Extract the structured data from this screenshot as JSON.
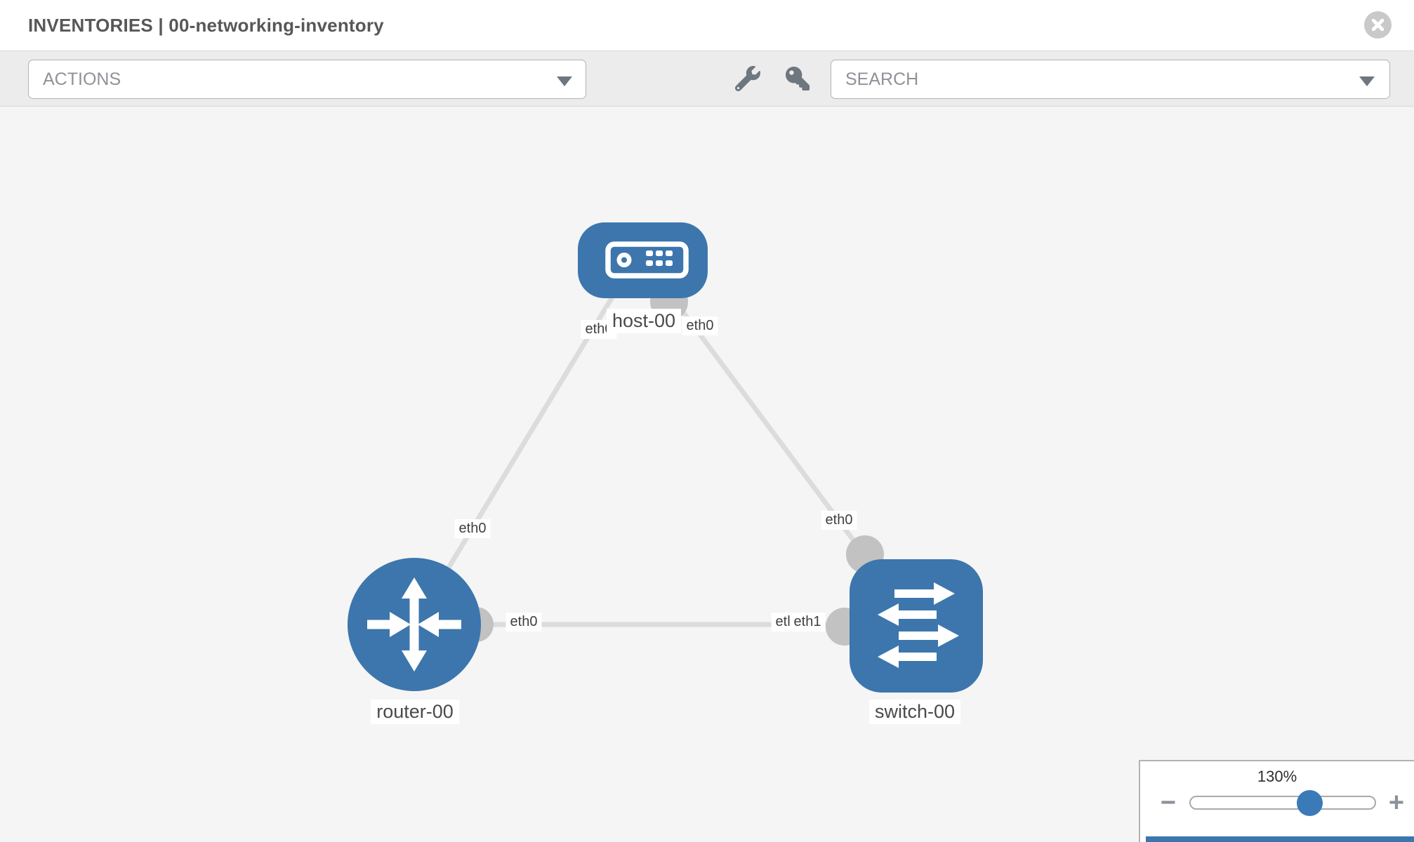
{
  "header": {
    "title": "INVENTORIES | 00-networking-inventory",
    "close_icon": "x-circle-icon"
  },
  "toolbar": {
    "actions_value": "ACTIONS",
    "search_value": "SEARCH",
    "tool_icons": [
      "wrench",
      "key"
    ]
  },
  "topology": {
    "nodes": [
      {
        "name": "host-00",
        "type": "host",
        "icon": "host-server-icon",
        "shape": "rounded-rect"
      },
      {
        "name": "router-00",
        "type": "router",
        "icon": "router-arrows-icon",
        "shape": "circle"
      },
      {
        "name": "switch-00",
        "type": "switch",
        "icon": "switch-arrows-icon",
        "shape": "rounded-square"
      }
    ],
    "links": [
      {
        "from": "router-00",
        "to": "host-00",
        "from_port": "eth0",
        "to_port": "eth0"
      },
      {
        "from": "host-00",
        "to": "switch-00",
        "from_port": "eth0",
        "to_port": "eth0"
      },
      {
        "from": "router-00",
        "to": "switch-00",
        "from_port": "eth0",
        "to_port": "eth1"
      }
    ],
    "port_labels": [
      {
        "text": "eth0",
        "position": "host-left"
      },
      {
        "text": "eth0",
        "position": "host-right"
      },
      {
        "text": "eth0",
        "position": "link-router-host"
      },
      {
        "text": "eth0",
        "position": "link-host-switch"
      },
      {
        "text": "eth0",
        "position": "router-right"
      },
      {
        "text": "eth0",
        "position": "switch-left-back"
      },
      {
        "text": "eth1",
        "position": "switch-left-front"
      }
    ]
  },
  "zoom_control": {
    "level": "130%",
    "minus": "−",
    "plus": "+"
  },
  "colors": {
    "node_blue": "#3c76ad",
    "accent_blue": "#3a7ab8",
    "link_gray": "#dcdcdc",
    "connector_gray": "#c2c2c2",
    "toolbar_bg": "#ececec",
    "canvas_bg": "#f5f5f5"
  }
}
